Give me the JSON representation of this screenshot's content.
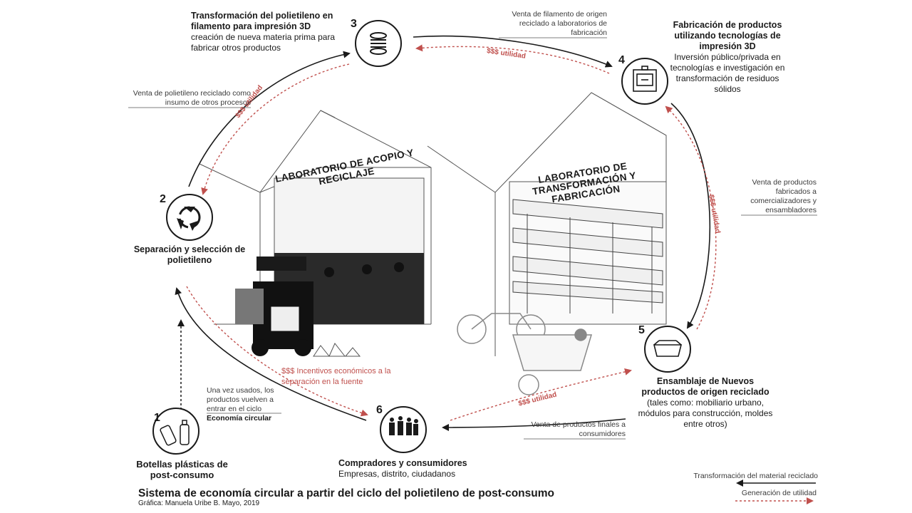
{
  "nodes": [
    {
      "number": "1",
      "heading": "Botellas plásticas de post-consumo",
      "subtext": "",
      "icon": "plastic-bottles-icon"
    },
    {
      "number": "2",
      "heading": "Separación y selección de polietileno",
      "subtext": "",
      "icon": "recycle-icon"
    },
    {
      "number": "3",
      "heading": "Transformación del polietileno en filamento para impresión 3D",
      "subtext": "creación de nueva materia prima para fabricar otros productos",
      "icon": "filament-spool-icon"
    },
    {
      "number": "4",
      "heading": "Fabricación de productos utilizando tecnologías de impresión 3D",
      "subtext": "Inversión público/privada en tecnologías e investigación en transformación de residuos sólidos",
      "icon": "3d-printer-icon"
    },
    {
      "number": "5",
      "heading": "Ensamblaje de Nuevos productos de origen reciclado",
      "subtext": "(tales como: mobiliario urbano, módulos para construcción, moldes entre otros)",
      "icon": "recycled-module-icon"
    },
    {
      "number": "6",
      "heading": "Compradores y consumidores",
      "subtext": "Empresas, distrito, ciudadanos",
      "icon": "consumers-icon"
    }
  ],
  "flow_notes": {
    "n1_to_n2": "Una vez usados, los productos vuelven a entrar en el ciclo",
    "n1_to_n2_bold": "Economía circular",
    "n2_to_n3": "Venta de polietileno reciclado como insumo de otros procesos",
    "n3_to_n4": "Venta de filamento de origen reciclado a laboratorios de fabricación",
    "n4_to_n5": "Venta de productos fabricados a comercializadores y ensambladores",
    "n5_to_n6": "Venta de productos finales a consumidores"
  },
  "utility_labels": {
    "n3_to_n2": "$$$ utilidad",
    "n4_to_n3": "$$$ utilidad",
    "n5_to_n4": "$$$ utilidad",
    "n6_to_n5": "$$$ utilidad",
    "n6_to_n2": "$$$ Incentivos económicos a la separación en la fuente"
  },
  "labs": {
    "acopio": "LABORATORIO DE ACOPIO Y RECICLAJE",
    "transformacion": "LABORATORIO DE TRANSFORMACIÓN Y FABRICACIÓN"
  },
  "legend": {
    "material": "Transformación del material reciclado",
    "utility": "Generación de utilidad"
  },
  "footer": {
    "title": "Sistema de economía circular a partir del ciclo del polietileno de post-consumo",
    "credit": "Gráfica: Manuela Uribe B. Mayo, 2019"
  },
  "colors": {
    "material_flow": "#1a1a1a",
    "utility_flow": "#c0504d"
  }
}
